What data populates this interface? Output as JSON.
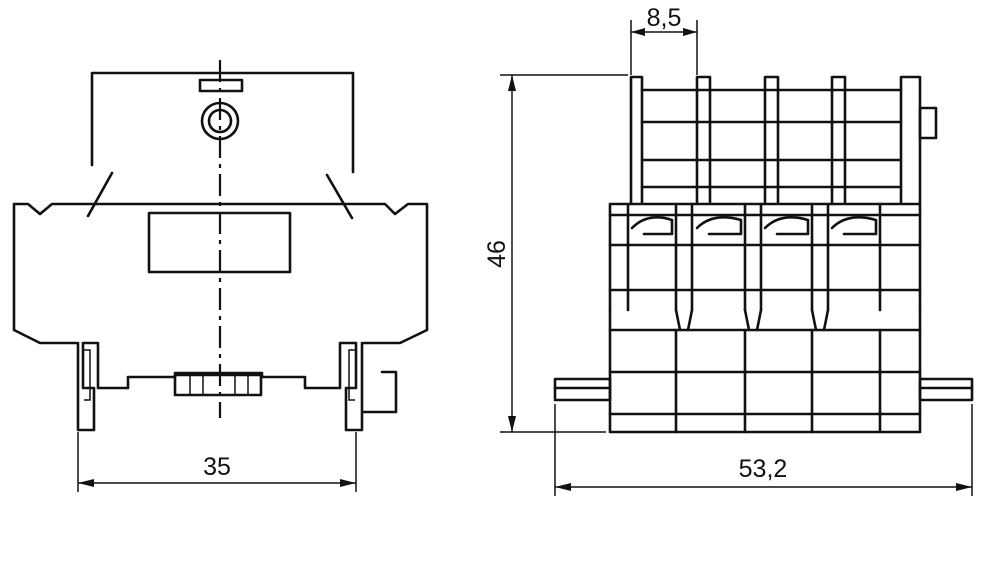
{
  "dimensions": {
    "width_35": "35",
    "height_46": "46",
    "pitch_8_5": "8,5",
    "length_53_2": "53,2"
  },
  "colors": {
    "line": "#111111",
    "background": "#ffffff"
  }
}
